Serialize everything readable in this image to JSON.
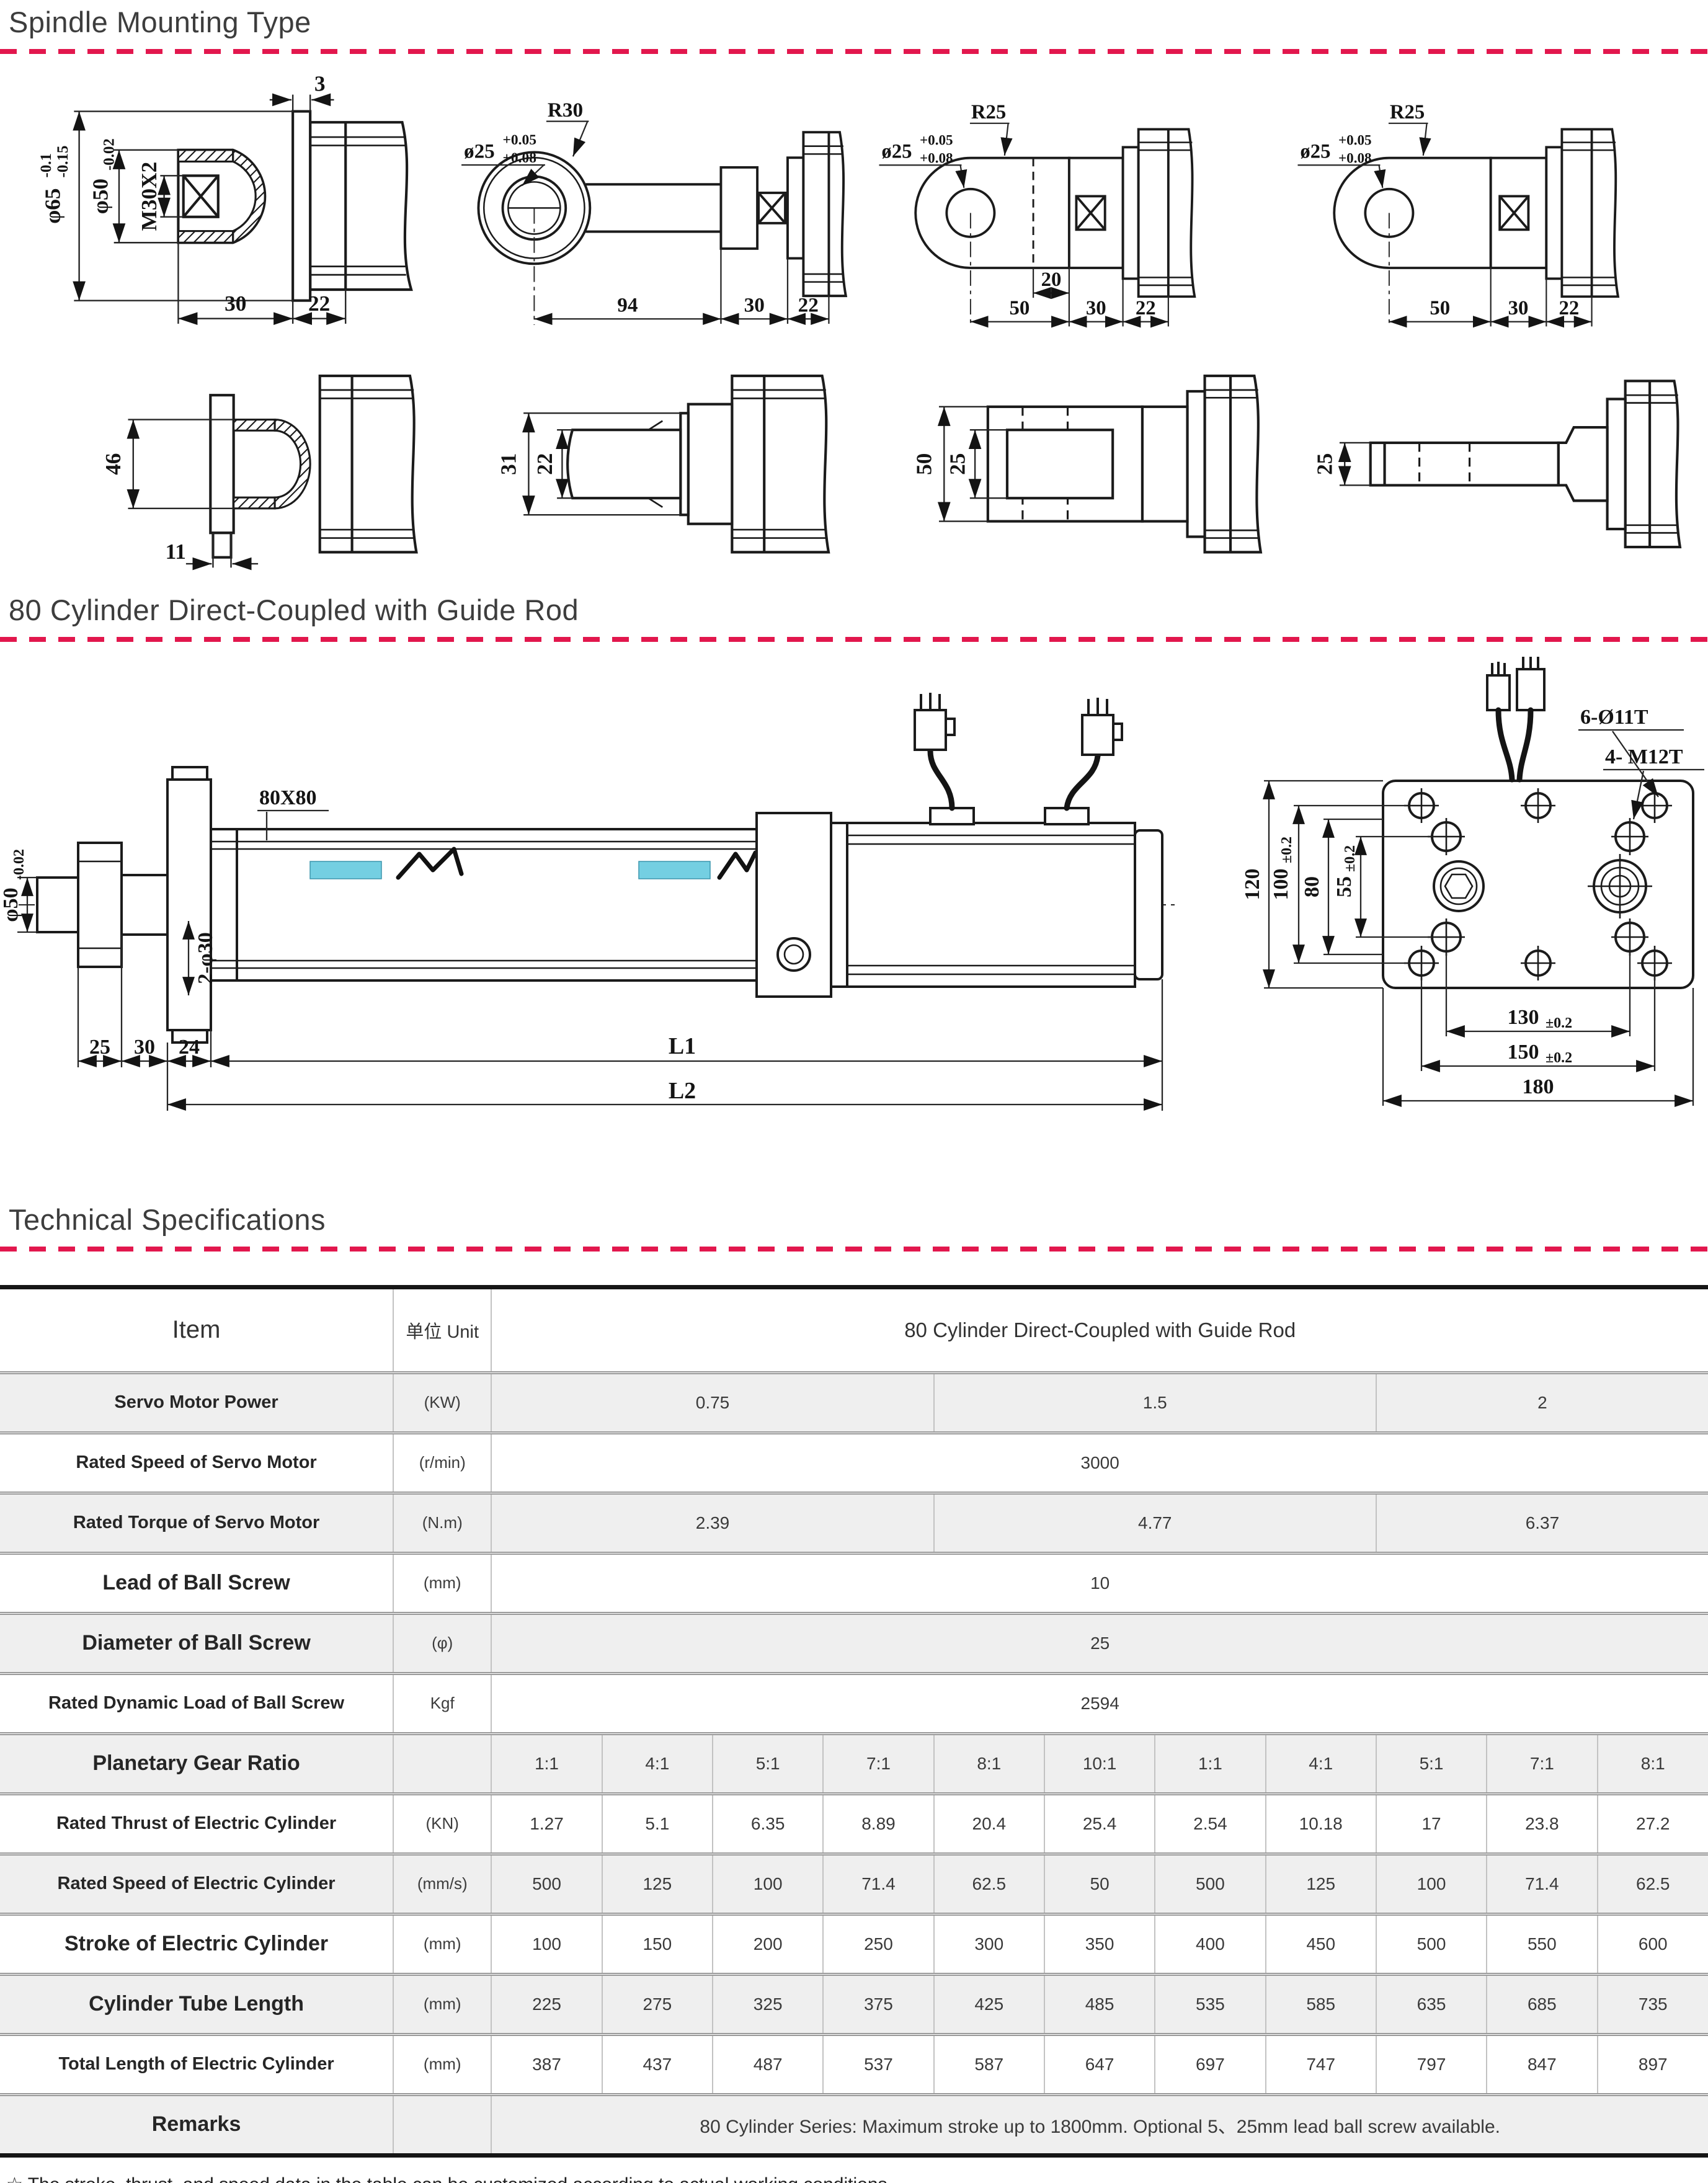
{
  "sections": {
    "spindle": {
      "title": "Spindle Mounting Type"
    },
    "cylinder": {
      "title": "80 Cylinder Direct-Coupled with Guide Rod"
    },
    "specs": {
      "title": "Technical Specifications"
    }
  },
  "colors": {
    "accent_red": "#e2174d",
    "line": "#1b1b1b",
    "row_gray": "#efefef",
    "highlight_cyan": "#74cfe2"
  },
  "drawings": {
    "s1": {
      "t3": "3",
      "d65": "φ65",
      "d65a": "-0.1",
      "d65b": "-0.15",
      "d50": "φ50",
      "d50t": "-0.02",
      "thread": "M30X2",
      "w30": "30",
      "w22": "22"
    },
    "s2": {
      "r": "R30",
      "dia": "ø25",
      "tt": "+0.05",
      "tb": "+0.08",
      "l94": "94",
      "l30": "30",
      "l22": "22"
    },
    "s3": {
      "r": "R25",
      "dia": "ø25",
      "tt": "+0.05",
      "tb": "+0.08",
      "l20": "20",
      "l50": "50",
      "l30": "30",
      "l22": "22"
    },
    "s4": {
      "r": "R25",
      "dia": "ø25",
      "tt": "+0.05",
      "tb": "+0.08",
      "l50": "50",
      "l30": "30",
      "l22": "22"
    },
    "s5": {
      "h46": "46",
      "w11": "11"
    },
    "s6": {
      "h31": "31",
      "h22": "22"
    },
    "s7": {
      "h50": "50",
      "h25": "25"
    },
    "s8": {
      "h25": "25"
    },
    "asm": {
      "sq": "80X80",
      "rod": "φ50",
      "rodt": "-0.02",
      "holes": "2-φ30",
      "a25": "25",
      "a30": "30",
      "a24": "24",
      "L1": "L1",
      "L2": "L2"
    },
    "end": {
      "bolt": "6-Ø11T",
      "m12": "4- M12T",
      "v120": "120",
      "v100": "100",
      "v100t": "±0.2",
      "v80": "80",
      "v55": "55",
      "v55t": "±0.2",
      "h130": "130",
      "h130t": "±0.2",
      "h150": "150",
      "h150t": "±0.2",
      "h180": "180"
    }
  },
  "table": {
    "header": {
      "item": "Item",
      "unit": "单位 Unit",
      "series": "80 Cylinder Direct-Coupled with Guide Rod"
    },
    "rows": [
      {
        "item": "Servo Motor Power",
        "unit": "(KW)",
        "shade": true,
        "big": false,
        "cells": [
          {
            "text": "0.75",
            "span": 4
          },
          {
            "text": "1.5",
            "span": 4
          },
          {
            "text": "2",
            "span": 3
          }
        ]
      },
      {
        "item": "Rated Speed of Servo Motor",
        "unit": "(r/min)",
        "shade": false,
        "big": false,
        "cells": [
          {
            "text": "3000",
            "span": 11
          }
        ]
      },
      {
        "item": "Rated Torque of Servo Motor",
        "unit": "(N.m)",
        "shade": true,
        "big": false,
        "cells": [
          {
            "text": "2.39",
            "span": 4
          },
          {
            "text": "4.77",
            "span": 4
          },
          {
            "text": "6.37",
            "span": 3
          }
        ]
      },
      {
        "item": "Lead of Ball Screw",
        "unit": "(mm)",
        "shade": false,
        "big": true,
        "cells": [
          {
            "text": "10",
            "span": 11
          }
        ]
      },
      {
        "item": "Diameter of Ball Screw",
        "unit": "(φ)",
        "shade": true,
        "big": true,
        "cells": [
          {
            "text": "25",
            "span": 11
          }
        ]
      },
      {
        "item": "Rated Dynamic Load of Ball Screw",
        "unit": "Kgf",
        "shade": false,
        "big": false,
        "cells": [
          {
            "text": "2594",
            "span": 11
          }
        ]
      },
      {
        "item": "Planetary Gear Ratio",
        "unit": "",
        "shade": true,
        "big": true,
        "cells": [
          {
            "text": "1:1",
            "span": 1
          },
          {
            "text": "4:1",
            "span": 1
          },
          {
            "text": "5:1",
            "span": 1
          },
          {
            "text": "7:1",
            "span": 1
          },
          {
            "text": "8:1",
            "span": 1
          },
          {
            "text": "10:1",
            "span": 1
          },
          {
            "text": "1:1",
            "span": 1
          },
          {
            "text": "4:1",
            "span": 1
          },
          {
            "text": "5:1",
            "span": 1
          },
          {
            "text": "7:1",
            "span": 1
          },
          {
            "text": "8:1",
            "span": 1
          }
        ]
      },
      {
        "item": "Rated Thrust of Electric Cylinder",
        "unit": "(KN)",
        "shade": false,
        "big": false,
        "cells": [
          {
            "text": "1.27",
            "span": 1
          },
          {
            "text": "5.1",
            "span": 1
          },
          {
            "text": "6.35",
            "span": 1
          },
          {
            "text": "8.89",
            "span": 1
          },
          {
            "text": "20.4",
            "span": 1
          },
          {
            "text": "25.4",
            "span": 1
          },
          {
            "text": "2.54",
            "span": 1
          },
          {
            "text": "10.18",
            "span": 1
          },
          {
            "text": "17",
            "span": 1
          },
          {
            "text": "23.8",
            "span": 1
          },
          {
            "text": "27.2",
            "span": 1
          }
        ]
      },
      {
        "item": "Rated Speed of Electric Cylinder",
        "unit": "(mm/s)",
        "shade": true,
        "big": false,
        "cells": [
          {
            "text": "500",
            "span": 1
          },
          {
            "text": "125",
            "span": 1
          },
          {
            "text": "100",
            "span": 1
          },
          {
            "text": "71.4",
            "span": 1
          },
          {
            "text": "62.5",
            "span": 1
          },
          {
            "text": "50",
            "span": 1
          },
          {
            "text": "500",
            "span": 1
          },
          {
            "text": "125",
            "span": 1
          },
          {
            "text": "100",
            "span": 1
          },
          {
            "text": "71.4",
            "span": 1
          },
          {
            "text": "62.5",
            "span": 1
          }
        ]
      },
      {
        "item": "Stroke of Electric Cylinder",
        "unit": "(mm)",
        "shade": false,
        "big": true,
        "cells": [
          {
            "text": "100",
            "span": 1
          },
          {
            "text": "150",
            "span": 1
          },
          {
            "text": "200",
            "span": 1
          },
          {
            "text": "250",
            "span": 1
          },
          {
            "text": "300",
            "span": 1
          },
          {
            "text": "350",
            "span": 1
          },
          {
            "text": "400",
            "span": 1
          },
          {
            "text": "450",
            "span": 1
          },
          {
            "text": "500",
            "span": 1
          },
          {
            "text": "550",
            "span": 1
          },
          {
            "text": "600",
            "span": 1
          }
        ]
      },
      {
        "item": "Cylinder Tube Length",
        "unit": "(mm)",
        "shade": true,
        "big": true,
        "cells": [
          {
            "text": "225",
            "span": 1
          },
          {
            "text": "275",
            "span": 1
          },
          {
            "text": "325",
            "span": 1
          },
          {
            "text": "375",
            "span": 1
          },
          {
            "text": "425",
            "span": 1
          },
          {
            "text": "485",
            "span": 1
          },
          {
            "text": "535",
            "span": 1
          },
          {
            "text": "585",
            "span": 1
          },
          {
            "text": "635",
            "span": 1
          },
          {
            "text": "685",
            "span": 1
          },
          {
            "text": "735",
            "span": 1
          }
        ]
      },
      {
        "item": "Total Length of Electric Cylinder",
        "unit": "(mm)",
        "shade": false,
        "big": false,
        "cells": [
          {
            "text": "387",
            "span": 1
          },
          {
            "text": "437",
            "span": 1
          },
          {
            "text": "487",
            "span": 1
          },
          {
            "text": "537",
            "span": 1
          },
          {
            "text": "587",
            "span": 1
          },
          {
            "text": "647",
            "span": 1
          },
          {
            "text": "697",
            "span": 1
          },
          {
            "text": "747",
            "span": 1
          },
          {
            "text": "797",
            "span": 1
          },
          {
            "text": "847",
            "span": 1
          },
          {
            "text": "897",
            "span": 1
          }
        ]
      },
      {
        "item": "Remarks",
        "unit": "",
        "shade": true,
        "big": true,
        "cells": [
          {
            "text": "80 Cylinder Series: Maximum stroke up to 1800mm. Optional 5、25mm lead ball screw available.",
            "span": 11,
            "remark": true
          }
        ]
      }
    ]
  },
  "footnote": {
    "text": "☆ The stroke, thrust, and speed data in the table can be customized according to actual working conditions."
  }
}
